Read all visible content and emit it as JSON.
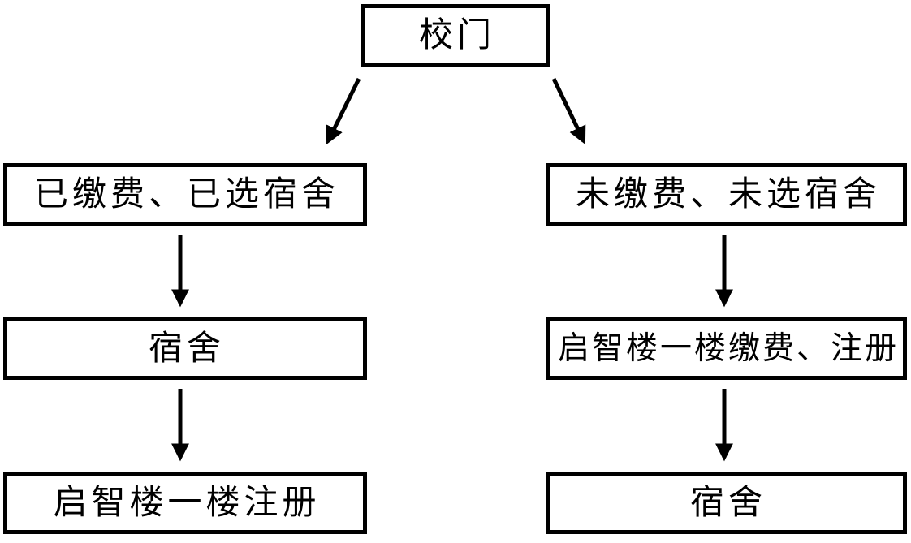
{
  "diagram": {
    "type": "flowchart",
    "colors": {
      "background": "#ffffff",
      "box_border": "#000000",
      "arrow": "#000000",
      "text": "#000000"
    },
    "nodes": [
      {
        "id": "school-gate",
        "label": "校门"
      },
      {
        "id": "paid-selected",
        "label": "已缴费、已选宿舍"
      },
      {
        "id": "dorm-after-paid",
        "label": "宿舍"
      },
      {
        "id": "register-qizhi",
        "label": "启智楼一楼注册"
      },
      {
        "id": "unpaid-unselected",
        "label": "未缴费、未选宿舍"
      },
      {
        "id": "pay-register-qizhi",
        "label": "启智楼一楼缴费、注册"
      },
      {
        "id": "dorm-after-pay",
        "label": "宿舍"
      }
    ],
    "edges": [
      {
        "from": "school-gate",
        "to": "paid-selected"
      },
      {
        "from": "school-gate",
        "to": "unpaid-unselected"
      },
      {
        "from": "paid-selected",
        "to": "dorm-after-paid"
      },
      {
        "from": "dorm-after-paid",
        "to": "register-qizhi"
      },
      {
        "from": "unpaid-unselected",
        "to": "pay-register-qizhi"
      },
      {
        "from": "pay-register-qizhi",
        "to": "dorm-after-pay"
      }
    ]
  }
}
